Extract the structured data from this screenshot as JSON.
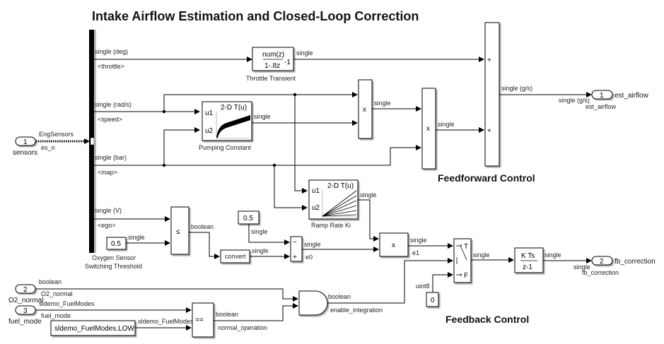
{
  "title": "Intake Airflow Estimation and Closed-Loop Correction",
  "sections": {
    "feedforward": "Feedforward Control",
    "feedback": "Feedback Control"
  },
  "inports": [
    {
      "number": "1",
      "name": "sensors",
      "signal": "EngSensors",
      "signal_sub": "es_o"
    },
    {
      "number": "2",
      "name": "O2_normal",
      "signal": "boolean",
      "signal_sub": "O2_normal"
    },
    {
      "number": "3",
      "name": "fuel_mode",
      "signal": "sldemo_FuelModes",
      "signal_sub": "fuel_mode"
    }
  ],
  "outports": [
    {
      "number": "1",
      "name": "est_airflow",
      "type": "single (g/s)",
      "signal": "est_airflow",
      "in_type": "single (g/s)"
    },
    {
      "number": "2",
      "name": "fb_correction",
      "type": "single",
      "signal": "fb_correction",
      "in_type": "single"
    }
  ],
  "bus_signals": [
    {
      "type": "single (deg)",
      "name": "<throttle>"
    },
    {
      "type": "single (rad/s)",
      "name": "<speed>"
    },
    {
      "type": "single (bar)",
      "name": "<map>"
    },
    {
      "type": "single (V)",
      "name": "<ego>"
    }
  ],
  "blocks": {
    "throttle_transient": {
      "num": "num(z)",
      "den": "1-.8z",
      "den_exp": "-1",
      "label": "Throttle Transient",
      "out": "single"
    },
    "pumping_constant": {
      "header": "2-D T(u)",
      "in1": "u1",
      "in2": "u2",
      "label": "Pumping Constant",
      "out": "single"
    },
    "product1": {
      "symbol": "x",
      "out": "single"
    },
    "product2": {
      "symbol": "x",
      "out": "single"
    },
    "sum_ff": {
      "in1": "+",
      "in2": "+",
      "out": "single (g/s)"
    },
    "ramp_rate": {
      "header": "2-D T(u)",
      "in1": "u1",
      "in2": "u2",
      "label": "Ramp Rate Ki",
      "out": "single"
    },
    "threshold": {
      "value": "0.5",
      "label1": "Oxygen Sensor",
      "label2": "Switching Threshold",
      "out": "single"
    },
    "compare": {
      "symbol": "≤",
      "out": "boolean"
    },
    "convert": {
      "label": "convert",
      "out": "single"
    },
    "const_05": {
      "value": "0.5",
      "out": "single"
    },
    "sum_err": {
      "in1": "−",
      "in2": "+",
      "out": "single",
      "out_name": "e0"
    },
    "product3": {
      "symbol": "x",
      "out": "single",
      "out_name": "e1"
    },
    "switch": {
      "t": "T",
      "f": "F",
      "out": "single"
    },
    "const_0": {
      "value": "0",
      "out": "uint8"
    },
    "integrator": {
      "num": "K Ts",
      "den": "z-1",
      "out": "single"
    },
    "and_gate": {
      "out": "boolean",
      "out_name": "enable_integration"
    },
    "equal": {
      "symbol": "==",
      "out": "boolean",
      "out_name": "normal_operation"
    },
    "enum_const": {
      "value": "sldemo_FuelModes.LOW",
      "out": "sldemo_FuelModes"
    }
  }
}
